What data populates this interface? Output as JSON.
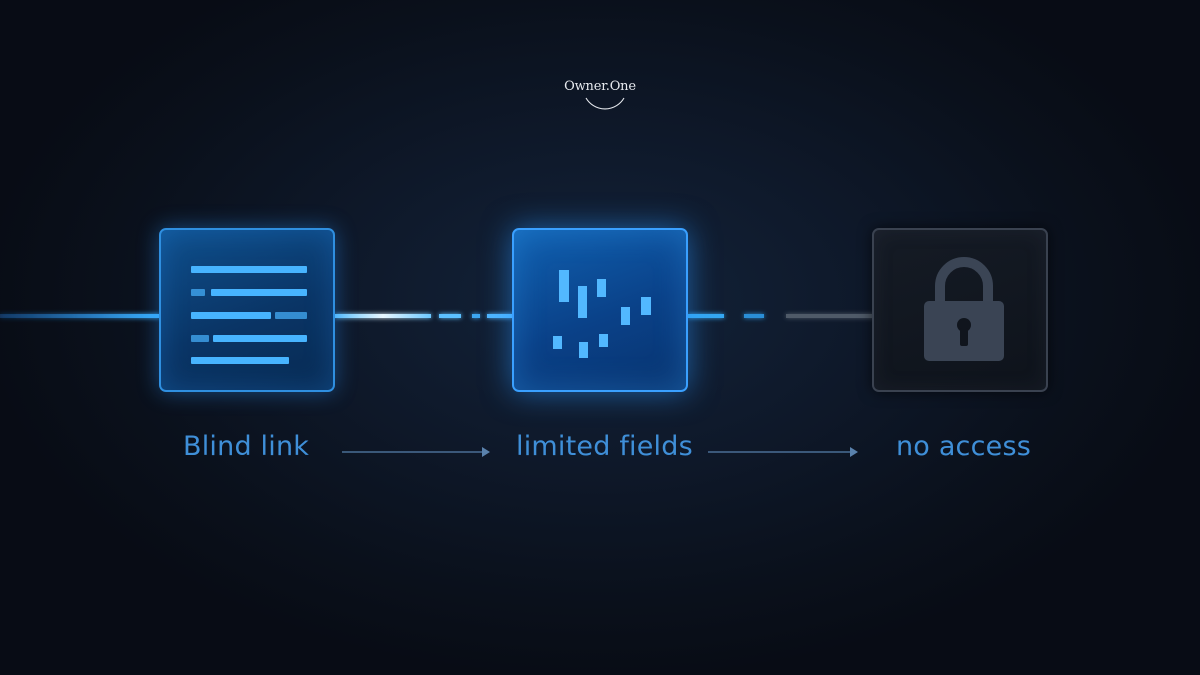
{
  "brand": {
    "logo_text": "Owner.One"
  },
  "steps": [
    {
      "label": "Blind link",
      "icon": "document-lines-icon"
    },
    {
      "label": "limited fields",
      "icon": "scattered-data-icon"
    },
    {
      "label": "no access",
      "icon": "padlock-icon"
    }
  ],
  "colors": {
    "accent": "#3f8fd8",
    "glow": "#2fb6ff",
    "locked": "#3a4250"
  }
}
